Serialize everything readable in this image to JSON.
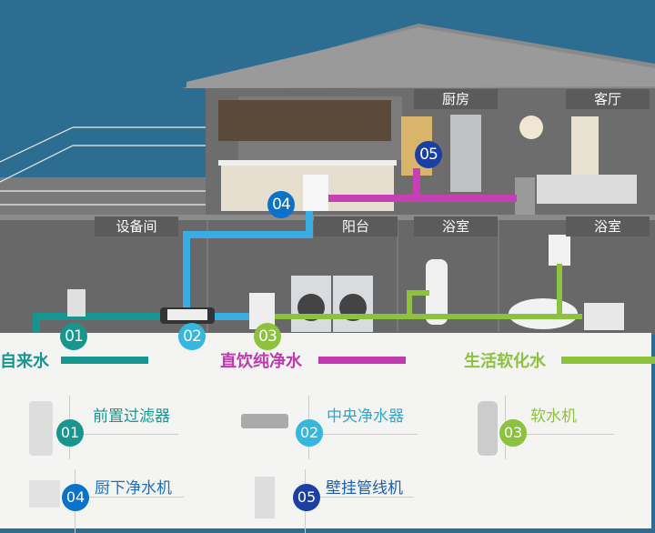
{
  "rooms": {
    "kitchen": "厨房",
    "living_room": "客厅",
    "equipment_room": "设备间",
    "balcony": "阳台",
    "bathroom_1": "浴室",
    "bathroom_2": "浴室"
  },
  "badges": [
    "01",
    "02",
    "03",
    "04",
    "05"
  ],
  "legend": [
    {
      "label": "自来水",
      "color": "#17968f"
    },
    {
      "label": "直饮纯净水",
      "color": "#c03aaf"
    },
    {
      "label": "生活软化水",
      "color": "#8dc23e"
    }
  ],
  "products": [
    {
      "num": "01",
      "name": "前置过滤器",
      "color": "#17968f",
      "text_color": "#17968f"
    },
    {
      "num": "02",
      "name": "中央净水器",
      "color": "#36b7df",
      "text_color": "#2aa9d6"
    },
    {
      "num": "03",
      "name": "软水机",
      "color": "#8dc23e",
      "text_color": "#8dc23e"
    },
    {
      "num": "04",
      "name": "厨下净水机",
      "color": "#0c72c9",
      "text_color": "#1b6fc0"
    },
    {
      "num": "05",
      "name": "壁挂管线机",
      "color": "#1b3fa3",
      "text_color": "#1b5fb0"
    }
  ],
  "colors": {
    "pipe_blue": "#39ade3",
    "pipe_purple": "#c63fb5",
    "house": "#6b6b6b"
  }
}
